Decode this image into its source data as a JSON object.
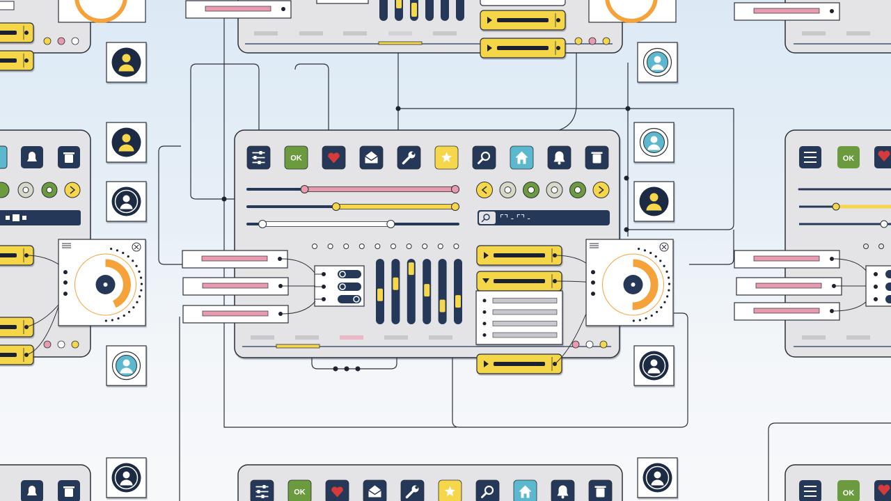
{
  "toolbar_icons": [
    "settings-sliders-icon",
    "ok-icon",
    "heart-icon",
    "mail-open-icon",
    "wrench-icon",
    "star-icon",
    "search-icon",
    "home-icon",
    "bell-icon",
    "trash-icon"
  ],
  "ok_label": "OK",
  "search_bar": {
    "text": "⌜⌝ - ⌜⌝ -"
  },
  "colors": {
    "navy": "#253858",
    "yellow": "#f6d64a",
    "pink": "#e89aae",
    "green": "#6b9a3f",
    "teal": "#5bb8cf",
    "red": "#d73a3a",
    "orange": "#f5a23a",
    "panel": "#e4e4e6"
  },
  "main_panel": {
    "sliders": [
      {
        "color": "pink",
        "value": 0.27
      },
      {
        "color": "yellow",
        "value": 0.42
      },
      {
        "color": "white",
        "value": 0.07,
        "value2": 0.68
      }
    ],
    "carousel_dots": [
      "arrow-left",
      "plain",
      "selected",
      "plain",
      "selected",
      "arrow-right"
    ],
    "radio_dots": 10,
    "equalizer_levels": [
      0.45,
      0.62,
      0.85,
      0.52,
      0.28,
      0.35
    ]
  },
  "dropdowns": [
    "dropdown-1",
    "dropdown-2"
  ],
  "dial": {
    "level": 0.42
  },
  "dropdown_list_items": 4,
  "toggles": 3
}
